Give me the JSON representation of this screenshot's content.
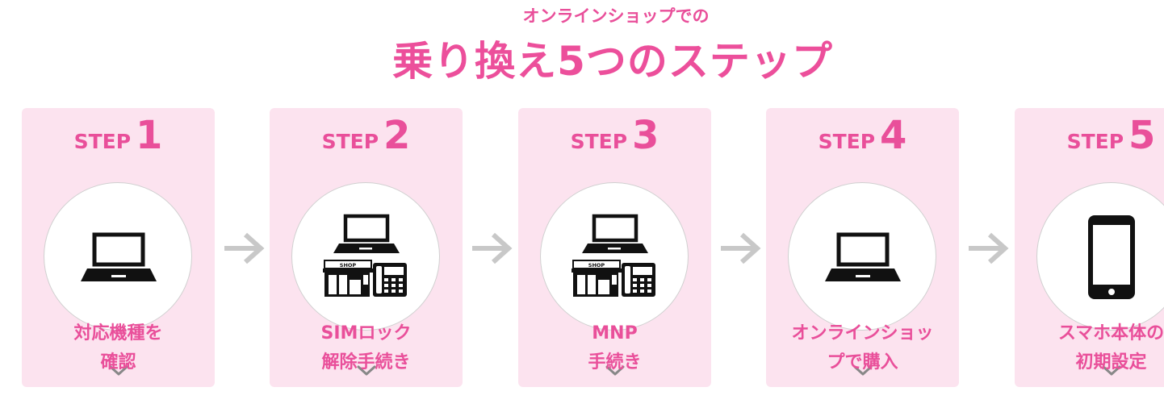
{
  "header": {
    "subtitle": "オンラインショップでの",
    "title": "乗り換え5つのステップ"
  },
  "step_word": "STEP",
  "steps": [
    {
      "number": "1",
      "icon": "laptop-icon",
      "label_line1": "対応機種を",
      "label_line2": "確認"
    },
    {
      "number": "2",
      "icon": "laptop-shop-phone-icon",
      "label_line1": "SIMロック",
      "label_line2": "解除手続き"
    },
    {
      "number": "3",
      "icon": "laptop-shop-phone-icon",
      "label_line1": "MNP",
      "label_line2": "手続き"
    },
    {
      "number": "4",
      "icon": "laptop-icon",
      "label_line1": "オンラインショッ",
      "label_line2": "プで購入"
    },
    {
      "number": "5",
      "icon": "smartphone-icon",
      "label_line1": "スマホ本体の",
      "label_line2": "初期設定"
    }
  ],
  "shop_sign": "SHOP",
  "colors": {
    "accent": "#e94f9a",
    "card_bg": "#fce3ef",
    "arrow": "#c8c8c8",
    "chevron": "#888888"
  }
}
